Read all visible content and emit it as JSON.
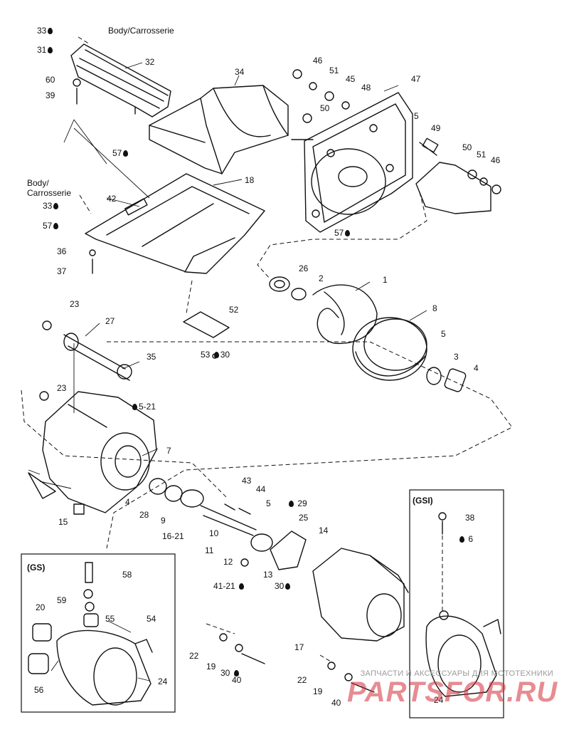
{
  "diagram": {
    "labels": {
      "body_carrosserie_top": "Body/Carrosserie",
      "body_left_1": "Body/",
      "body_left_2": "Carrosserie",
      "n1": "1",
      "n2": "2",
      "n3": "3",
      "n4a": "4",
      "n4b": "4",
      "n5a": "5",
      "n5b": "5",
      "n5c": "5",
      "n5_21": "5-21",
      "n6": "6",
      "n7": "7",
      "n8": "8",
      "n9": "9",
      "n10": "10",
      "n11": "11",
      "n12": "12",
      "n13": "13",
      "n14": "14",
      "n15": "15",
      "n16_21": "16-21",
      "n17": "17",
      "n18": "18",
      "n19a": "19",
      "n19b": "19",
      "n20": "20",
      "n22a": "22",
      "n22b": "22",
      "n23a": "23",
      "n23b": "23",
      "n24a": "24",
      "n24b": "24",
      "n25": "25",
      "n26": "26",
      "n27": "27",
      "n28": "28",
      "n29": "29",
      "n30a": "30",
      "n30b": "30",
      "n30c": "30",
      "n31": "31",
      "n32": "32",
      "n33a": "33",
      "n33b": "33",
      "n34": "34",
      "n35": "35",
      "n36": "36",
      "n37": "37",
      "n38": "38",
      "n39": "39",
      "n40a": "40",
      "n40b": "40",
      "n41_21": "41-21",
      "n42": "42",
      "n43": "43",
      "n44": "44",
      "n45": "45",
      "n46a": "46",
      "n46b": "46",
      "n47": "47",
      "n48": "48",
      "n49": "49",
      "n50a": "50",
      "n50b": "50",
      "n51a": "51",
      "n51b": "51",
      "n52": "52",
      "n53": "53",
      "n54": "54",
      "n55": "55",
      "n56": "56",
      "n57a": "57",
      "n57b": "57",
      "n57c": "57",
      "n58": "58",
      "n59": "59",
      "n60": "60"
    },
    "insets": {
      "gs": "(GS)",
      "gsi": "(GSI)"
    },
    "watermark": {
      "caption": "ЗАПЧАСТИ И АКСЕССУАРЫ ДЛЯ МОТОТЕХНИКИ",
      "logo": "PARTSFOR.RU"
    }
  }
}
